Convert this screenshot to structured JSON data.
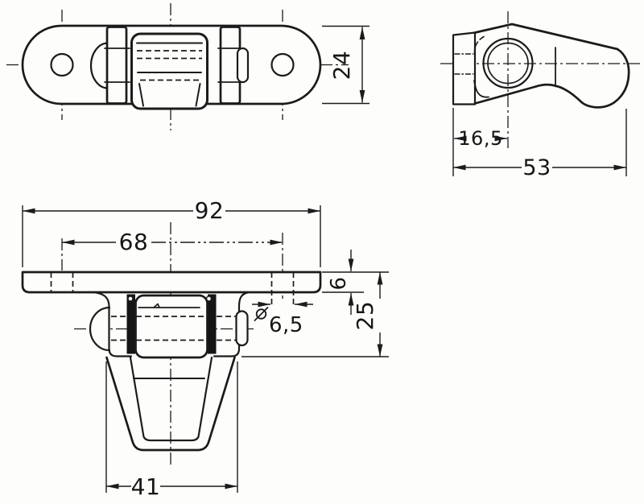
{
  "dimensions": {
    "plate_length": "92",
    "hole_spacing": "68",
    "plate_width": "24",
    "loop_width": "41",
    "hole_offset_side": "16,5",
    "side_length": "53",
    "plate_thickness": "6",
    "drop_height": "25",
    "hole_diameter": "6,5"
  },
  "colors": {
    "line": "#1b1b1b",
    "background": "#fdfdfb"
  }
}
